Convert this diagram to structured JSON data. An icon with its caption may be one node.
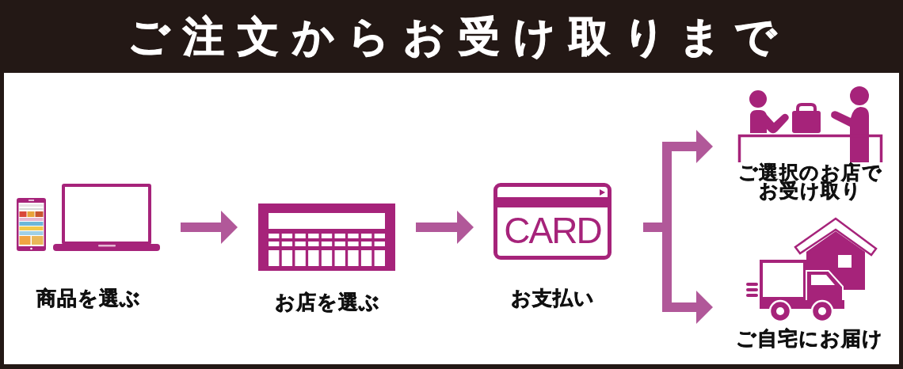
{
  "diagram": {
    "title": "ご注文からお受け取りまで",
    "nodes": [
      {
        "text": [],
        "shape": "picture",
        "beside": [
          "商品を選ぶ"
        ]
      },
      {
        "text": [],
        "shape": "picture",
        "beside": [
          "お店を選ぶ"
        ]
      },
      {
        "text": [
          "CARD"
        ],
        "beside": [
          "お支払い"
        ]
      },
      {
        "text": [],
        "shape": "picture",
        "beside": [
          "ご選択のお店でお受け取り"
        ]
      },
      {
        "text": [],
        "shape": "picture",
        "beside": [
          "ご自宅にお届け"
        ]
      }
    ],
    "edges": [
      {
        "from": 0,
        "to": 1,
        "arrow": "to"
      },
      {
        "from": 1,
        "to": 2,
        "arrow": "to"
      },
      {
        "from": 2,
        "to": 3,
        "arrow": "to"
      },
      {
        "from": 2,
        "to": 4,
        "arrow": "to"
      }
    ]
  }
}
